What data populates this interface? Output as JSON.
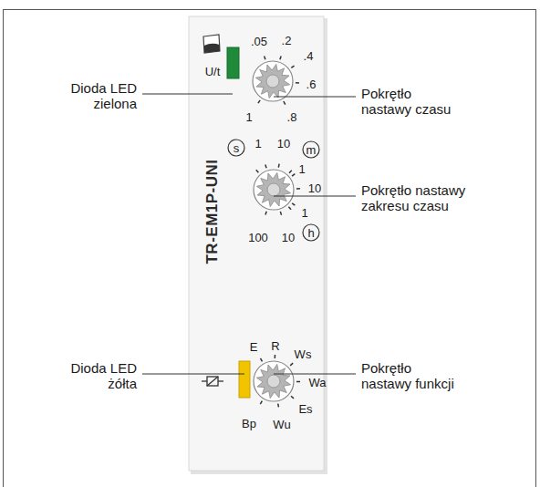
{
  "diagram": {
    "nodes": [
      {
        "text": [
          "TR-EM1P-UNI"
        ]
      }
    ],
    "labels": [
      "Dioda LED zielona",
      "U/t",
      ".05",
      ".2",
      ".4",
      ".6",
      ".8",
      "1",
      "Pokrętło nastawy czasu",
      "s",
      "1",
      "10",
      "m",
      "1",
      "10",
      "1",
      "h",
      "10",
      "100",
      "Pokrętło nastawy zakresu czasu",
      "Dioda LED żółta",
      "E",
      "R",
      "Ws",
      "Wa",
      "Es",
      "Wu",
      "Bp",
      "Pokrętło nastawy funkcji"
    ]
  }
}
